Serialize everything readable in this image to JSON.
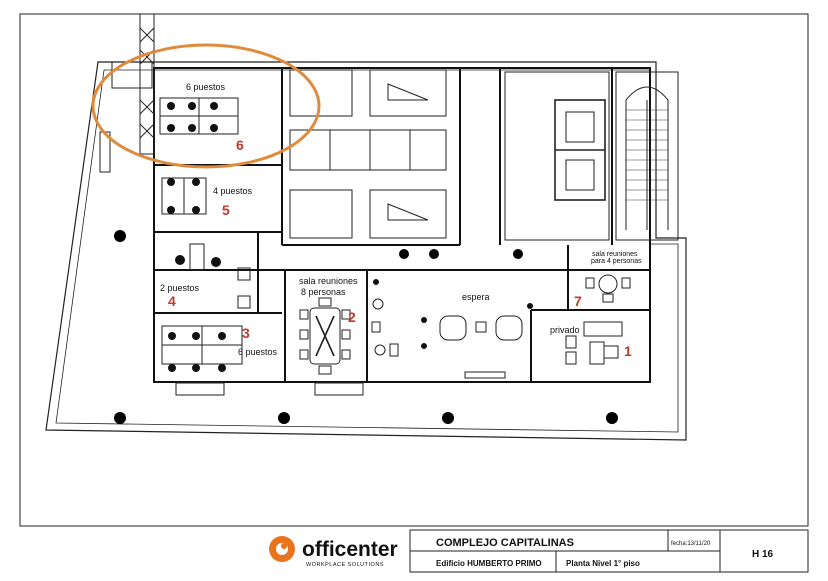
{
  "plan": {
    "rooms": [
      {
        "id": "office-6",
        "label": "6 puestos",
        "number": "6"
      },
      {
        "id": "office-5",
        "label": "4 puestos",
        "number": "5"
      },
      {
        "id": "office-4",
        "label": "2 puestos",
        "number": "4"
      },
      {
        "id": "office-3",
        "label": "6 puestos",
        "number": "3"
      },
      {
        "id": "meeting-2",
        "label_line1": "sala reuniones",
        "label_line2": "8 personas",
        "number": "2"
      },
      {
        "id": "waiting",
        "label": "espera"
      },
      {
        "id": "meeting-7",
        "label_line1": "sala reuniones",
        "label_line2": "para 4 personas",
        "number": "7"
      },
      {
        "id": "private-1",
        "label": "privado",
        "number": "1"
      }
    ],
    "highlight_color": "#e08a3c",
    "number_color": "#c0392b"
  },
  "title_block": {
    "brand": "officenter",
    "tagline": "WORKPLACE SOLUTIONS",
    "project": "COMPLEJO CAPITALINAS",
    "building": "Edificio HUMBERTO PRIMO",
    "level": "Planta Nivel  1° piso",
    "date_label": "fecha:13/11/20",
    "sheet": "H 16"
  }
}
